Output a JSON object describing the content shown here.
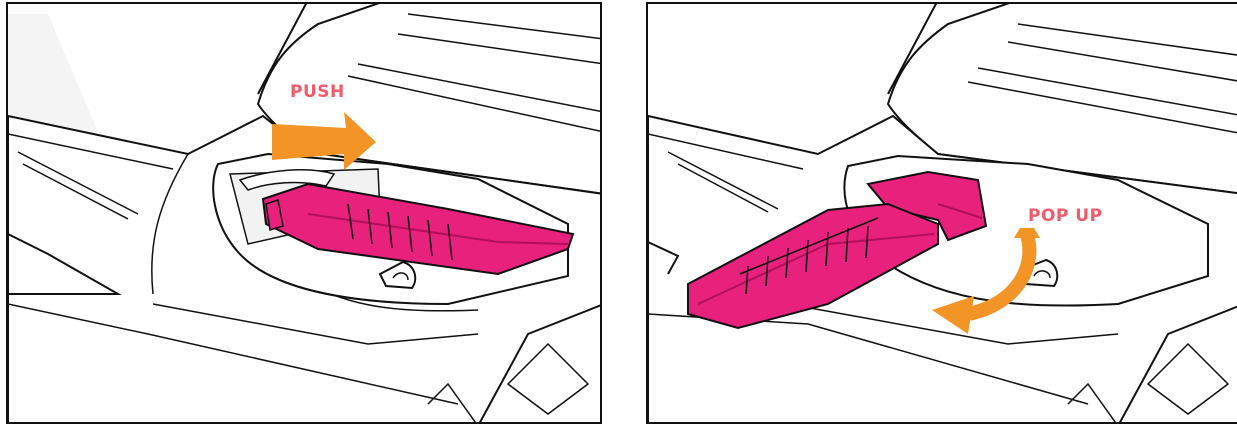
{
  "colors": {
    "outline": "#111111",
    "panel_bg": "#ffffff",
    "shading": "#f3f3f3",
    "footpeg": "#e8217d",
    "footpeg_dark": "#b0105a",
    "arrow": "#f39426",
    "label": "#ef5b6b"
  },
  "panels": [
    {
      "callout": "PUSH",
      "arrow_type": "straight-right-arrow",
      "state": "folded"
    },
    {
      "callout": "POP UP",
      "arrow_type": "curved-down-arrow",
      "state": "deployed"
    }
  ]
}
